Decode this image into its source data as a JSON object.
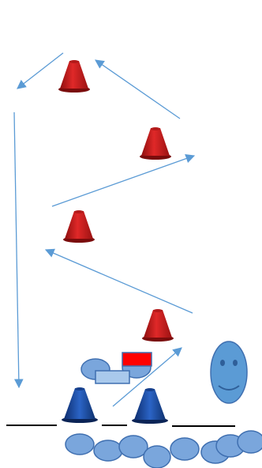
{
  "diagram": {
    "type": "drill-diagram",
    "elements": {
      "red_cones": 4,
      "blue_cones": 2,
      "movement_arrows": 6,
      "player_icon": "smiley-face-icon",
      "equipment": [
        "blue-pads",
        "red-marker",
        "light-blue-mat"
      ],
      "ground_lines": 3
    },
    "colors": {
      "red_cone": "#d01f1f",
      "blue_cone": "#1a4aa0",
      "arrow": "#5b9bd5",
      "player": "#5b9bd5",
      "pad": "#7aa6dc",
      "marker": "#ff0000",
      "mat": "#a9c9ec",
      "line": "#000000"
    }
  }
}
